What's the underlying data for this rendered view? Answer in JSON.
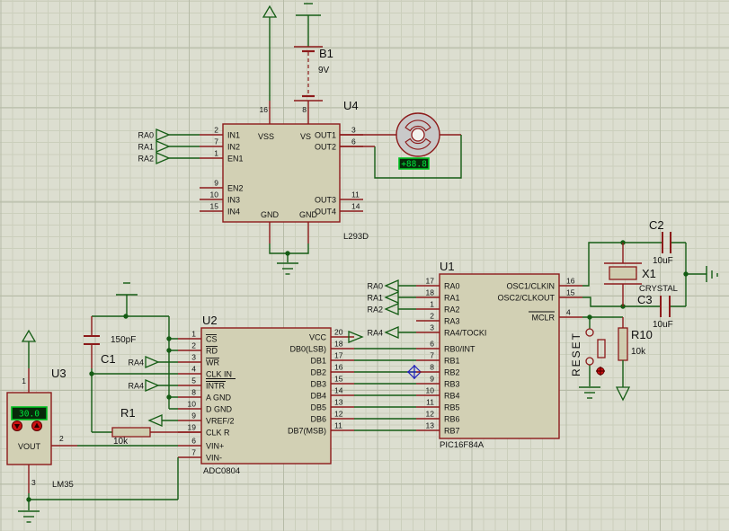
{
  "battery": {
    "ref": "B1",
    "value": "9V"
  },
  "motor": {
    "display": "+88.8"
  },
  "u4": {
    "ref": "U4",
    "part": "L293D",
    "left": [
      {
        "num": "2",
        "name": "IN1"
      },
      {
        "num": "7",
        "name": "IN2"
      },
      {
        "num": "1",
        "name": "EN1"
      },
      {
        "num": "9",
        "name": "EN2"
      },
      {
        "num": "10",
        "name": "IN3"
      },
      {
        "num": "15",
        "name": "IN4"
      }
    ],
    "top": [
      {
        "num": "16",
        "name": "VSS"
      },
      {
        "num": "8",
        "name": "VS"
      }
    ],
    "bottom": [
      {
        "name": "GND"
      },
      {
        "name": "GND"
      }
    ],
    "right": [
      {
        "num": "3",
        "name": "OUT1"
      },
      {
        "num": "6",
        "name": "OUT2"
      },
      {
        "num": "11",
        "name": "OUT3"
      },
      {
        "num": "14",
        "name": "OUT4"
      }
    ]
  },
  "u2": {
    "ref": "U2",
    "part": "ADC0804",
    "left": [
      {
        "num": "1",
        "name": "CS"
      },
      {
        "num": "2",
        "name": "RD"
      },
      {
        "num": "3",
        "name": "WR"
      },
      {
        "num": "4",
        "name": "CLK IN"
      },
      {
        "num": "5",
        "name": "INTR"
      },
      {
        "num": "8",
        "name": "A GND"
      },
      {
        "num": "10",
        "name": "D GND"
      },
      {
        "num": "9",
        "name": "VREF/2"
      },
      {
        "num": "19",
        "name": "CLK R"
      },
      {
        "num": "6",
        "name": "VIN+"
      },
      {
        "num": "7",
        "name": "VIN-"
      }
    ],
    "right": [
      {
        "num": "20",
        "name": "VCC"
      },
      {
        "num": "18",
        "name": "DB0(LSB)"
      },
      {
        "num": "17",
        "name": "DB1"
      },
      {
        "num": "16",
        "name": "DB2"
      },
      {
        "num": "15",
        "name": "DB3"
      },
      {
        "num": "14",
        "name": "DB4"
      },
      {
        "num": "13",
        "name": "DB5"
      },
      {
        "num": "12",
        "name": "DB6"
      },
      {
        "num": "11",
        "name": "DB7(MSB)"
      }
    ]
  },
  "u1": {
    "ref": "U1",
    "part": "PIC16F84A",
    "left": [
      {
        "num": "17",
        "name": "RA0"
      },
      {
        "num": "18",
        "name": "RA1"
      },
      {
        "num": "1",
        "name": "RA2"
      },
      {
        "num": "2",
        "name": "RA3"
      },
      {
        "num": "3",
        "name": "RA4/TOCKI"
      },
      {
        "num": "6",
        "name": "RB0/INT"
      },
      {
        "num": "7",
        "name": "RB1"
      },
      {
        "num": "8",
        "name": "RB2"
      },
      {
        "num": "9",
        "name": "RB3"
      },
      {
        "num": "10",
        "name": "RB4"
      },
      {
        "num": "11",
        "name": "RB5"
      },
      {
        "num": "12",
        "name": "RB6"
      },
      {
        "num": "13",
        "name": "RB7"
      }
    ],
    "right": [
      {
        "num": "16",
        "name": "OSC1/CLKIN"
      },
      {
        "num": "15",
        "name": "OSC2/CLKOUT"
      },
      {
        "num": "4",
        "name": "MCLR"
      }
    ]
  },
  "u3": {
    "ref": "U3",
    "part": "LM35",
    "display": "30.0",
    "vout": "VOUT",
    "pin1": "1",
    "pin2": "2",
    "pin3": "3"
  },
  "c1": {
    "ref": "C1",
    "value": "150pF"
  },
  "r1": {
    "ref": "R1",
    "value": "10k"
  },
  "c2": {
    "ref": "C2",
    "value": "10uF"
  },
  "c3": {
    "ref": "C3",
    "value": "10uF"
  },
  "x1": {
    "ref": "X1",
    "value": "CRYSTAL"
  },
  "r10": {
    "ref": "R10",
    "value": "10k"
  },
  "reset": {
    "label": "RESET"
  },
  "terminals": {
    "l293": [
      "RA0",
      "RA1",
      "RA2"
    ],
    "adc": [
      "RA4",
      "RA4"
    ],
    "pic": [
      "RA0",
      "RA1",
      "RA2",
      "RA4"
    ]
  },
  "colors": {
    "wire_green": "#145c14",
    "component_red": "#8c1a1a",
    "chip_fill": "#d2d0b4",
    "background": "#dcded0",
    "lcd_text": "#00e53c",
    "lcd_bg": "#08280a",
    "origin_marker_blue": "#2020bb",
    "actuator_red": "#cc1111"
  }
}
